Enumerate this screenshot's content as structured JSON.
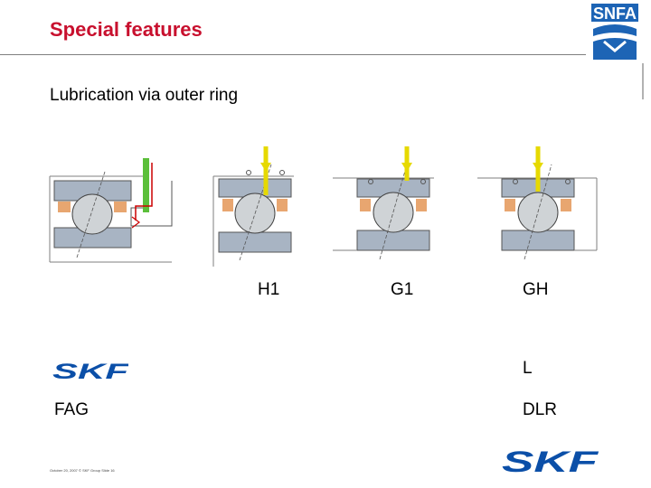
{
  "slide": {
    "title": "Special features",
    "subtitle": "Lubrication via outer ring",
    "columns": {
      "h1": "H1",
      "g1": "G1",
      "gh": "GH"
    },
    "brands": {
      "skf_label": "L",
      "fag": "FAG",
      "fag_label": "DLR"
    },
    "footer": "October 20, 2007 © SKF Group  Slide 16",
    "logos": {
      "snfa": "SNFA",
      "skf": "SKF"
    }
  },
  "colors": {
    "title": "#c8102e",
    "ring": "#a8b4c3",
    "cage": "#e8a670",
    "arrow": "#f2e600",
    "skf_blue": "#0b4fa8",
    "snfa_blue": "#1d64b5"
  }
}
